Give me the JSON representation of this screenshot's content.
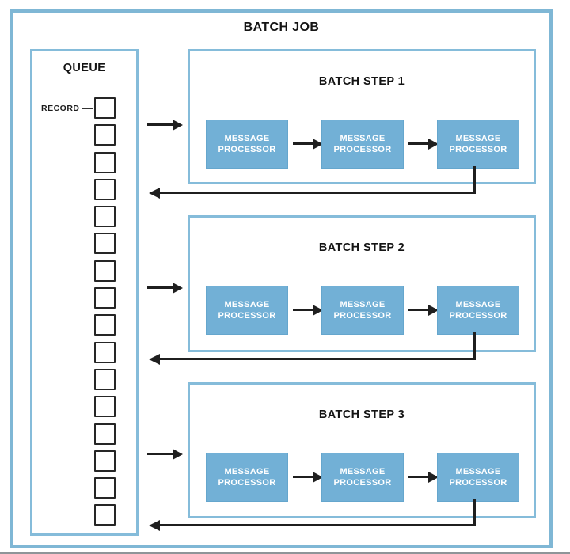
{
  "diagram": {
    "title": "BATCH JOB",
    "queue": {
      "label": "QUEUE",
      "record_label": "RECORD",
      "record_count": 16
    },
    "steps": [
      {
        "label": "BATCH STEP 1",
        "processors": [
          "MESSAGE PROCESSOR",
          "MESSAGE PROCESSOR",
          "MESSAGE PROCESSOR"
        ]
      },
      {
        "label": "BATCH STEP 2",
        "processors": [
          "MESSAGE PROCESSOR",
          "MESSAGE PROCESSOR",
          "MESSAGE PROCESSOR"
        ]
      },
      {
        "label": "BATCH STEP 3",
        "processors": [
          "MESSAGE PROCESSOR",
          "MESSAGE PROCESSOR",
          "MESSAGE PROCESSOR"
        ]
      }
    ],
    "colors": {
      "frame_blue": "#7fb7d5",
      "box_border_blue": "#85bcda",
      "processor_fill": "#72b0d6",
      "arrow_black": "#1f1f1f",
      "text_black": "#141414"
    }
  }
}
